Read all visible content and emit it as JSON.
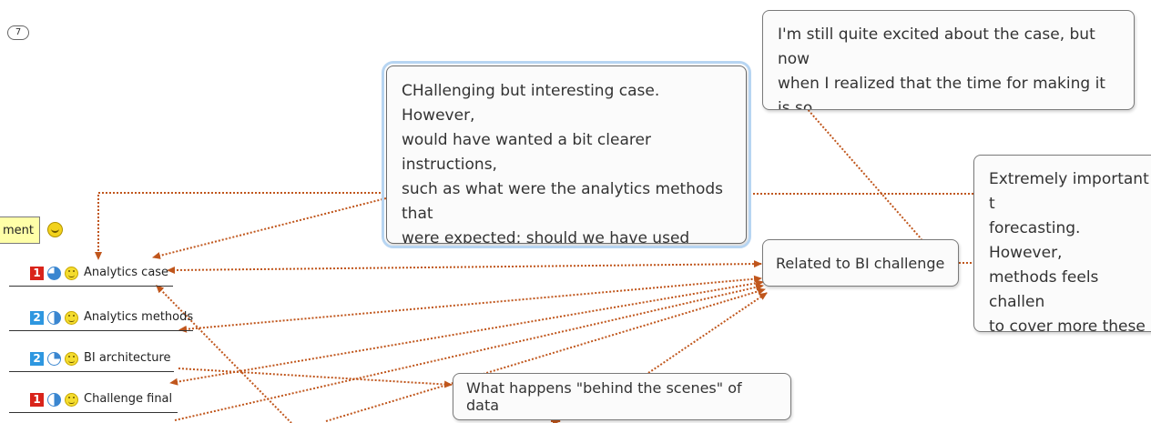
{
  "map": {
    "collapse_count": "7",
    "truncated_topic": "ment",
    "notes": {
      "main_feedback": "CHallenging but interesting case. However,\nwould have wanted a bit clearer instructions,\nsuch as what were the analytics methods that\nwere expected; should we have used\nsomething advanced, or was creating graphs\nconsidered as analytics method?",
      "excited": "I'm still quite excited about the case, but now\nwhen I realized that the time for making it is so\nlimited, I feel a bit stressed",
      "forecasting": "Extremely important t\nforecasting. However,\nmethods feels challen\nto cover more these t\nhave assignments of t\nit easier to understand"
    },
    "related_label": "Related to BI challenge",
    "behind_scenes_label": "What happens \"behind the scenes\" of data",
    "subtopics": [
      {
        "badge": "1",
        "badge_color": "#d9241b",
        "progress": 0.75,
        "label": "Analytics case"
      },
      {
        "badge": "2",
        "badge_color": "#2e97e0",
        "progress": 0.5,
        "label": "Analytics methods"
      },
      {
        "badge": "2",
        "badge_color": "#2e97e0",
        "progress": 0.25,
        "label": "BI architecture"
      },
      {
        "badge": "1",
        "badge_color": "#d9241b",
        "progress": 0.5,
        "label": "Challenge final"
      }
    ],
    "connector_color": "#c0561c",
    "pie_color": "#3a86d0"
  }
}
